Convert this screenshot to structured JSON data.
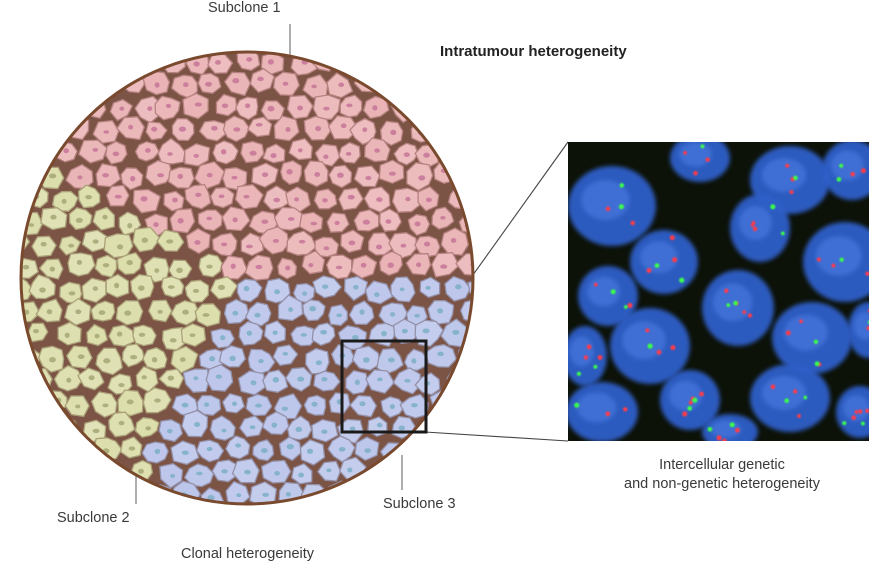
{
  "labels": {
    "subclone_1": "Subclone 1",
    "subclone_2": "Subclone 2",
    "subclone_3": "Subclone 3",
    "title": "Intratumour heterogeneity",
    "caption_left": "Clonal heterogeneity",
    "caption_right_line1": "Intercellular genetic",
    "caption_right_line2": "and non-genetic heterogeneity"
  },
  "colors": {
    "subclone_1": "#e7a9ab",
    "subclone_2": "#d7d9a0",
    "subclone_3": "#b3bee8",
    "tumour_outline": "#7a4a2e",
    "interstitium": "#7c5446",
    "micrograph_background": "#0d1208",
    "nucleus": "#2f5fc9",
    "signal_red": "#ff3a4a",
    "signal_green": "#3aff4a"
  },
  "icons": {
    "tumour": "tumour-cross-section-icon",
    "micrograph": "fluorescence-micrograph-icon"
  }
}
